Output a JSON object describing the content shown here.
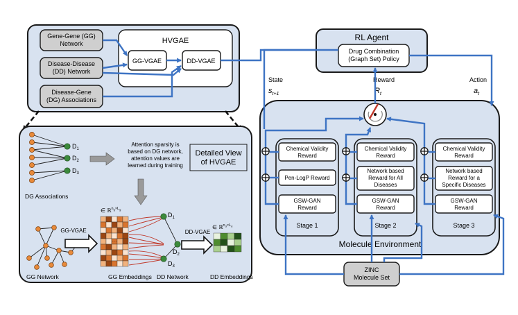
{
  "hvgae_panel": {
    "title": "HVGAE",
    "inputs": [
      "Gene-Gene (GG)\nNetwork",
      "Disease-Disease\n(DD) Network",
      "Disease-Gene\n(DG) Associations"
    ],
    "gg_vgae": "GG-VGAE",
    "dd_vgae": "DD-VGAE"
  },
  "rl_agent": {
    "title": "RL Agent",
    "policy": "Drug Combination\n(Graph Set) Policy"
  },
  "signals": {
    "state_label": "State",
    "state_symbol": "s",
    "state_sub": "t+1",
    "reward_label": "Reward",
    "reward_symbol": "R",
    "reward_sub": "t",
    "action_label": "Action",
    "action_symbol": "a",
    "action_sub": "t"
  },
  "environment": {
    "title": "Molecule Environment",
    "stages": [
      {
        "label": "Stage 1",
        "boxes": [
          "Chemical Validity\nReward",
          "Pen-LogP Reward",
          "GSW-GAN\nReward"
        ]
      },
      {
        "label": "Stage 2",
        "boxes": [
          "Chemical Validity\nReward",
          "Network based\nReward for All\nDiseases",
          "GSW-GAN\nReward"
        ]
      },
      {
        "label": "Stage 3",
        "boxes": [
          "Chemical Validity\nReward",
          "Network based\nReward for a\nSpecific Diseases",
          "GSW-GAN\nReward"
        ]
      }
    ],
    "zinc": "ZINC\nMolecule Set"
  },
  "detail": {
    "title": "Detailed View\nof HVGAE",
    "attention_note": "Attention sparsity is\nbased on DG network,\nattention values are\nlearned during training",
    "dg_label": "DG Associations",
    "gg_label": "GG Network",
    "gg_emb_label": "GG Embeddings",
    "dd_net_label": "DD Network",
    "dd_emb_label": "DD Embeddings",
    "gg_vgae_arrow": "GG-VGAE",
    "dd_vgae_arrow": "DD-VGAE",
    "disease_letter": "D",
    "disease_subs": [
      "1",
      "2",
      "3"
    ],
    "gg_emb_dim": "∈ ℝ",
    "gg_emb_exp": "n",
    "gg_emb_exp_sub": "g",
    "gg_emb_exp2": "×L",
    "gg_emb_exp2_sub": "g",
    "dd_emb_dim": "∈ ℝ",
    "dd_emb_exp": "n",
    "dd_emb_exp_sub": "d",
    "dd_emb_exp2": "×L",
    "dd_emb_exp2_sub": "d",
    "cell_ellipsis": "…"
  }
}
